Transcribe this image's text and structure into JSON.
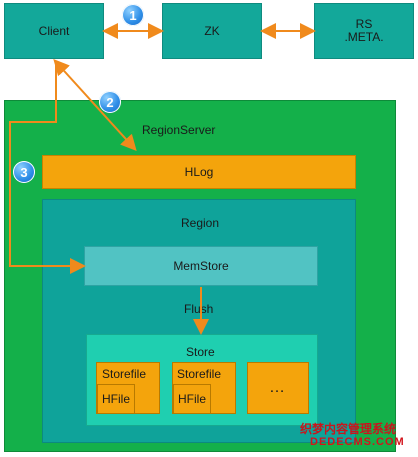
{
  "top": {
    "client": "Client",
    "zk": "ZK",
    "rs_meta": "RS\n.META."
  },
  "steps": [
    "1",
    "2",
    "3"
  ],
  "region_server": {
    "label": "RegionServer",
    "hlog": "HLog",
    "region": {
      "label": "Region",
      "memstore": "MemStore",
      "flush": "Flush",
      "store": {
        "label": "Store",
        "storefiles": [
          {
            "label": "Storefile",
            "hfile": "HFile"
          },
          {
            "label": "Storefile",
            "hfile": "HFile"
          }
        ],
        "more": "…"
      }
    }
  },
  "watermark": {
    "line1": "织梦内容管理系统",
    "line2": "DEDECMS.COM"
  },
  "colors": {
    "teal": "#13a89a",
    "green": "#14b04a",
    "orange": "#f4a40c",
    "arrow": "#f08a1c",
    "memstore": "#51c3c3",
    "store": "#1fcfb0",
    "badge": "#2f8fe8"
  }
}
